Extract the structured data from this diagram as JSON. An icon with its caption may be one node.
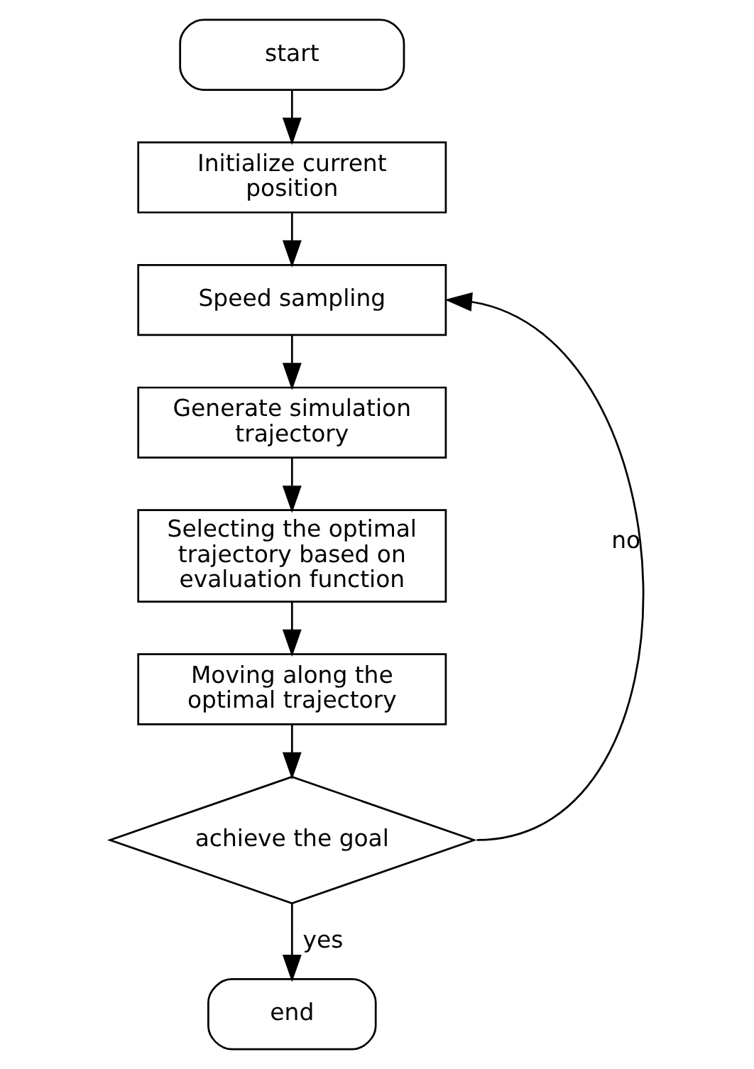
{
  "diagram": {
    "nodes": [
      {
        "text": [
          "start"
        ]
      },
      {
        "text": [
          "Initialize current position"
        ]
      },
      {
        "text": [
          "Speed sampling"
        ]
      },
      {
        "text": [
          "Generate simulation trajectory"
        ]
      },
      {
        "text": [
          "Selecting the optimal trajectory based on evaluation function"
        ]
      },
      {
        "text": [
          "Moving along the optimal trajectory"
        ]
      },
      {
        "text": [
          "achieve the goal"
        ]
      },
      {
        "text": [
          "end"
        ]
      }
    ],
    "edges": [
      {
        "from": 0,
        "to": 1,
        "arrow": "to"
      },
      {
        "from": 1,
        "to": 2,
        "arrow": "to"
      },
      {
        "from": 2,
        "to": 3,
        "arrow": "to"
      },
      {
        "from": 3,
        "to": 4,
        "arrow": "to"
      },
      {
        "from": 4,
        "to": 5,
        "arrow": "to"
      },
      {
        "from": 5,
        "to": 6,
        "arrow": "to"
      },
      {
        "from": 6,
        "to": 7,
        "arrow": "to",
        "label": "yes"
      },
      {
        "from": 6,
        "to": 2,
        "arrow": "to",
        "label": "no"
      }
    ]
  }
}
